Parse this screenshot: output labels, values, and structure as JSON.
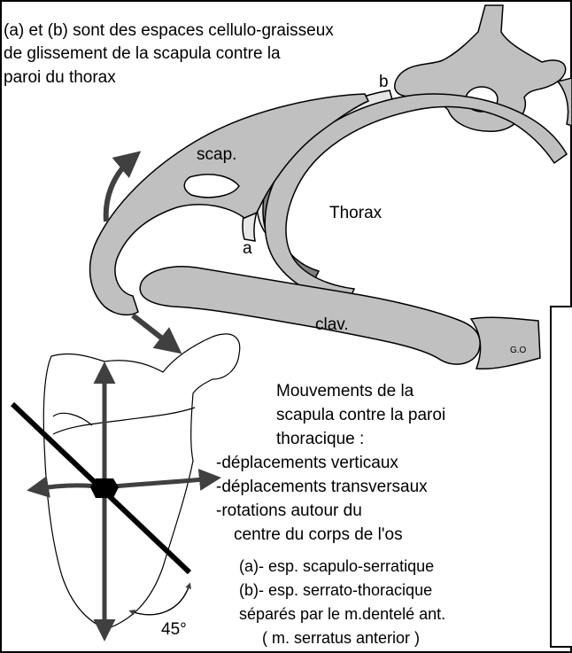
{
  "header_note": {
    "line1": "(a) et (b) sont des espaces  cellulo-graisseux",
    "line2": "de glissement de la scapula contre la",
    "line3": "paroi du thorax"
  },
  "labels": {
    "b": "b",
    "a": "a",
    "scap": "scap.",
    "thorax": "Thorax",
    "clav": "clav.",
    "go": "G.O",
    "angle": "45°"
  },
  "movements": {
    "title1": "Mouvements de la",
    "title2": "scapula contre la paroi",
    "title3": "thoracique :",
    "item1": "-déplacements verticaux",
    "item2": "-déplacements transversaux",
    "item3": "-rotations autour du",
    "item4": "centre du corps de l'os"
  },
  "legend": {
    "a": "(a)- esp. scapulo-serratique",
    "b": "(b)- esp. serrato-thoracique",
    "sep": "séparés par le m.dentelé ant.",
    "latin": "( m. serratus anterior )"
  },
  "colors": {
    "bone": "#c0c0c0",
    "dark_band": "#808080",
    "space": "#e6e6e6",
    "arrow": "#404040",
    "outline": "#000000"
  }
}
